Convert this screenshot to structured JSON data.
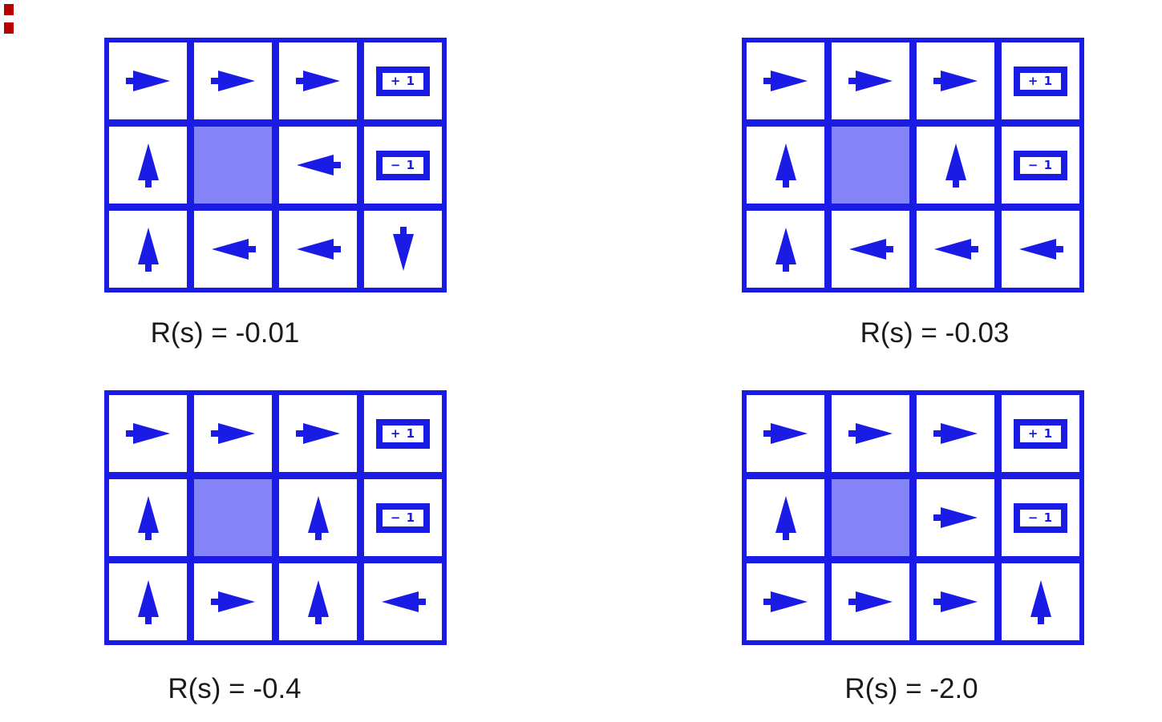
{
  "figure": {
    "description_colors": {
      "grid_blue": "#1b1be6",
      "wall_fill": "#8484f8",
      "caption_text": "#1a1a1a",
      "corner_marker_red": "#b80000"
    },
    "terminals": {
      "plus_label": "+ 1",
      "minus_label": "− 1"
    },
    "grids": [
      {
        "id": "gridworld-r-001",
        "caption": "R(s) = -0.01",
        "policy": [
          [
            "right",
            "right",
            "right",
            "plus"
          ],
          [
            "up",
            "wall",
            "left",
            "minus"
          ],
          [
            "up",
            "left",
            "left",
            "down"
          ]
        ]
      },
      {
        "id": "gridworld-r-003",
        "caption": "R(s) = -0.03",
        "policy": [
          [
            "right",
            "right",
            "right",
            "plus"
          ],
          [
            "up",
            "wall",
            "up",
            "minus"
          ],
          [
            "up",
            "left",
            "left",
            "left"
          ]
        ]
      },
      {
        "id": "gridworld-r-04",
        "caption": "R(s) = -0.4",
        "policy": [
          [
            "right",
            "right",
            "right",
            "plus"
          ],
          [
            "up",
            "wall",
            "up",
            "minus"
          ],
          [
            "up",
            "right",
            "up",
            "left"
          ]
        ]
      },
      {
        "id": "gridworld-r-20",
        "caption": "R(s) = -2.0",
        "policy": [
          [
            "right",
            "right",
            "right",
            "plus"
          ],
          [
            "up",
            "wall",
            "right",
            "minus"
          ],
          [
            "right",
            "right",
            "right",
            "up"
          ]
        ]
      }
    ]
  }
}
